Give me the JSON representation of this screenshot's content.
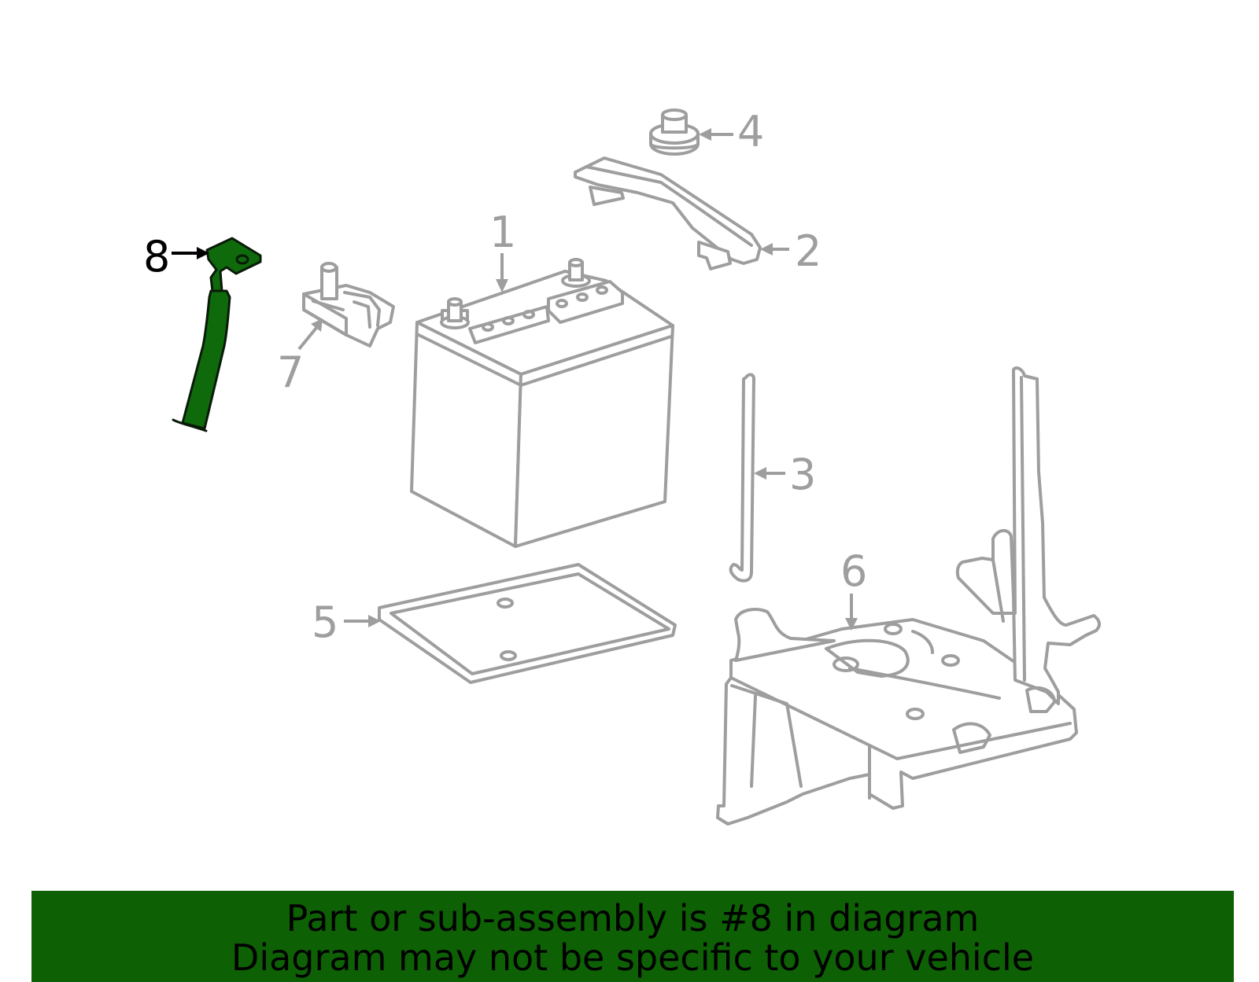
{
  "callouts": {
    "c1": "1",
    "c2": "2",
    "c3": "3",
    "c4": "4",
    "c5": "5",
    "c6": "6",
    "c7": "7",
    "c8": "8"
  },
  "highlighted_part": "8",
  "colors": {
    "part_stroke": "#9e9e9e",
    "highlight_fill": "#0e6a0a",
    "banner_background": "#0e6005",
    "banner_text": "#000000"
  },
  "banner": {
    "line1": "Part or sub-assembly is #8 in diagram",
    "line2": "Diagram may not be specific to your vehicle"
  }
}
